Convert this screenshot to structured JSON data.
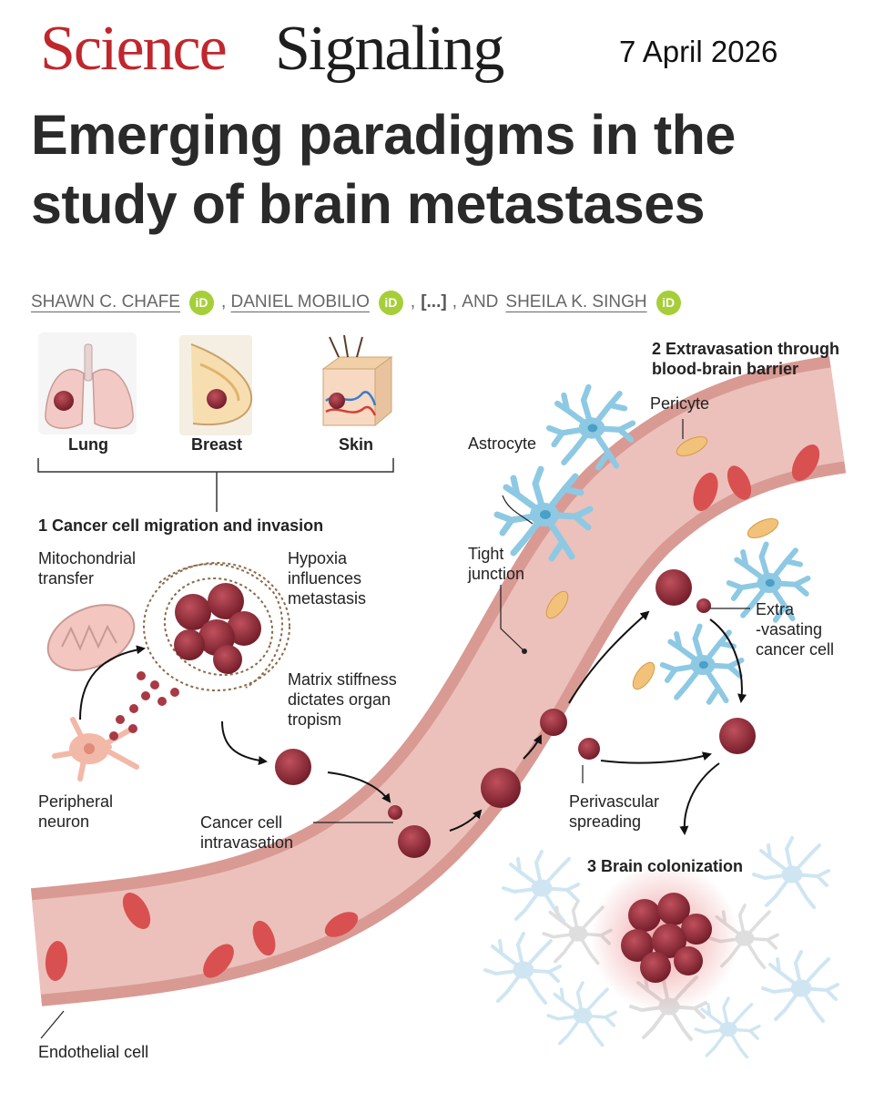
{
  "masthead": {
    "science": "Science",
    "signaling": "Signaling",
    "date": "7 April 2026"
  },
  "article": {
    "title": "Emerging paradigms in the study of brain metastases"
  },
  "authors": {
    "items": [
      "SHAWN C. CHAFE",
      "DANIEL MOBILIO",
      "SHEILA K. SINGH"
    ],
    "orcid_label": "iD",
    "separator": ",",
    "ellipsis": "[...]",
    "conjunction": "AND"
  },
  "figure": {
    "organs": [
      "Lung",
      "Breast",
      "Skin"
    ],
    "step1": "1 Cancer cell migration and invasion",
    "step2_line1": "2 Extravasation through",
    "step2_line2": "blood-brain barrier",
    "step3": "3 Brain colonization",
    "mito_1": "Mitochondrial",
    "mito_2": "transfer",
    "hyp_1": "Hypoxia",
    "hyp_2": "influences",
    "hyp_3": "metastasis",
    "mat_1": "Matrix stiffness",
    "mat_2": "dictates organ",
    "mat_3": "tropism",
    "neuron_1": "Peripheral",
    "neuron_2": "neuron",
    "intra_1": "Cancer cell",
    "intra_2": "intravasation",
    "endo": "Endothelial cell",
    "astro": "Astrocyte",
    "peri": "Pericyte",
    "tj_1": "Tight",
    "tj_2": "junction",
    "ext_1": "Extra",
    "ext_2": "-vasating",
    "ext_3": "cancer cell",
    "perisp_1": "Perivascular",
    "perisp_2": "spreading"
  },
  "colors": {
    "science_red": "#c0272d",
    "orcid_green": "#a6ce39",
    "vessel_wall": "#d99a94",
    "vessel_lumen": "#ecc1bb",
    "rbc": "#d95050",
    "tumor": "#8c2434",
    "astrocyte": "#8ec9e4",
    "pericyte": "#f2c27b"
  }
}
